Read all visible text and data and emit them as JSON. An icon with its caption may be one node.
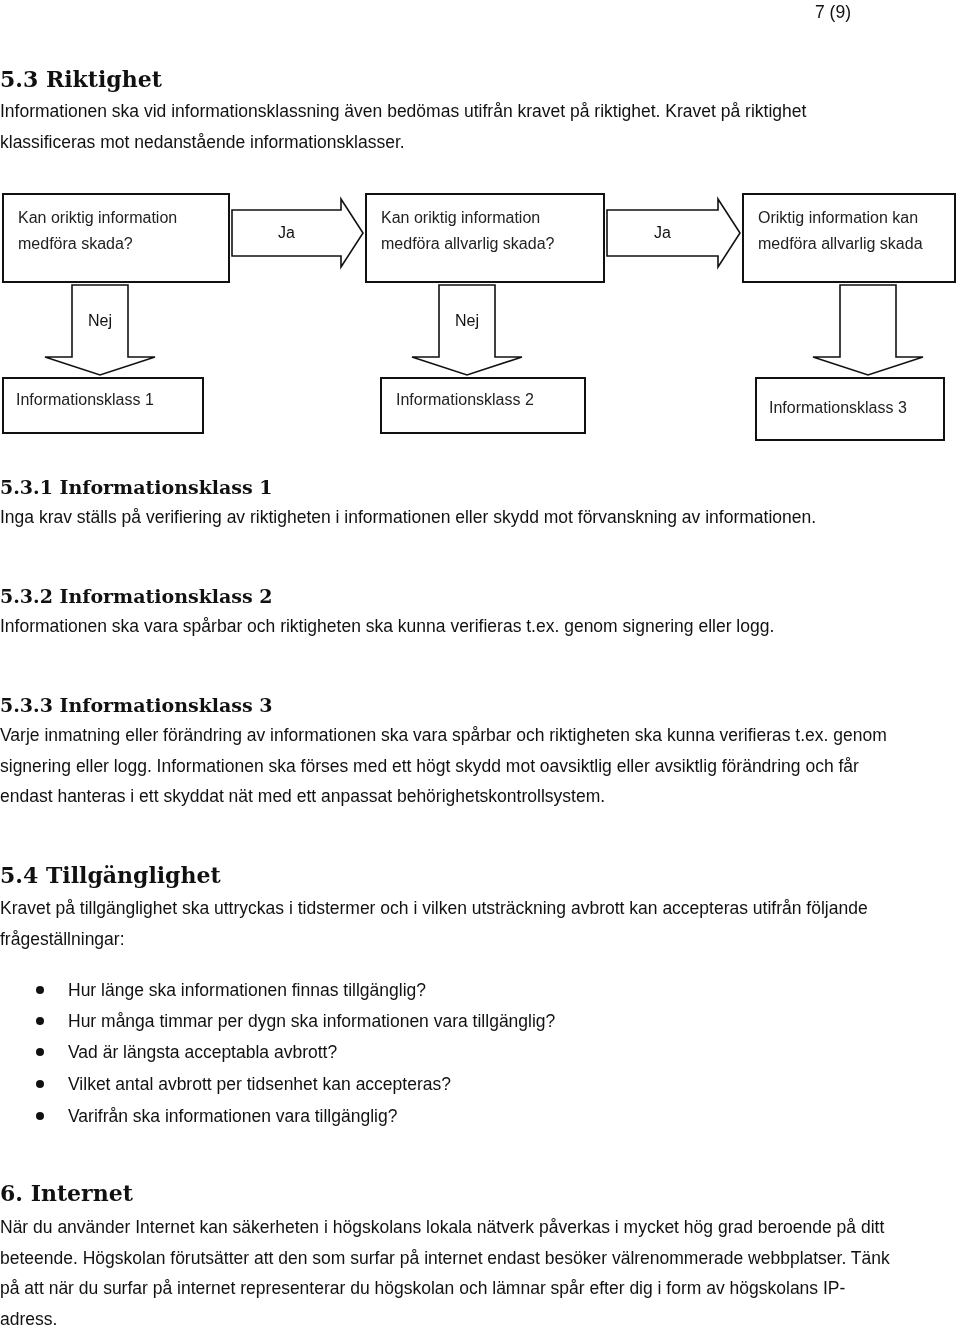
{
  "diagram": {
    "title": "5.3 Riktighet",
    "nodes": [
      {
        "text": [
          "Kan oriktig information medföra skada?"
        ]
      },
      {
        "text": [
          "Kan oriktig information medföra allvarlig skada?"
        ]
      },
      {
        "text": [
          "Oriktig information kan medföra allvarlig skada"
        ]
      },
      {
        "text": [
          "Informationsklass 1"
        ]
      },
      {
        "text": [
          "Informationsklass 2"
        ]
      },
      {
        "text": [
          "Informationsklass 3"
        ]
      }
    ],
    "edges": [
      {
        "from": 0,
        "to": 1,
        "arrow": "to",
        "label": "Ja"
      },
      {
        "from": 1,
        "to": 2,
        "arrow": "to",
        "label": "Ja"
      },
      {
        "from": 0,
        "to": 3,
        "arrow": "to",
        "label": "Nej"
      },
      {
        "from": 1,
        "to": 4,
        "arrow": "to",
        "label": "Nej"
      },
      {
        "from": 2,
        "to": 5,
        "arrow": "to"
      }
    ],
    "labels": [
      "7 (9)",
      "Informationen ska vid informationsklassning även bedömas utifrån kravet på riktighet. Kravet på riktighet klassificeras mot nedanstående informationsklasser.",
      "5.3.1 Informationsklass 1",
      "Inga krav ställs på verifiering av riktigheten i informationen eller skydd mot förvanskning av informationen.",
      "5.3.2 Informationsklass 2",
      "Informationen ska vara spårbar och riktigheten ska kunna verifieras t.ex. genom signering eller logg.",
      "5.3.3 Informationsklass 3",
      "Varje inmatning eller förändring av informationen ska vara spårbar och riktigheten ska kunna verifieras t.ex. genom signering eller logg. Informationen ska förses med ett högt skydd mot oavsiktlig eller avsiktlig förändring och får endast hanteras i ett skyddat nät med ett anpassat behörighetskontrollsystem.",
      "5.4 Tillgänglighet",
      "Kravet på tillgänglighet ska uttryckas i tidstermer och i vilken utsträckning avbrott kan accepteras utifrån följande frågeställningar:",
      "Hur länge ska informationen finnas tillgänglig?",
      "Hur många timmar per dygn ska informationen vara tillgänglig?",
      "Vad är längsta acceptabla avbrott?",
      "Vilket antal avbrott per tidsenhet kan accepteras?",
      "Varifrån ska informationen vara tillgänglig?",
      "6. Internet",
      "När du använder Internet kan säkerheten i högskolans lokala nätverk påverkas i mycket hög grad beroende på ditt beteende. Högskolan förutsätter att den som surfar på internet endast besöker välrenommerade webbplatser. Tänk på att när du surfar på internet representerar du högskolan och lämnar spår efter dig i form av högskolans IP-adress."
    ]
  }
}
